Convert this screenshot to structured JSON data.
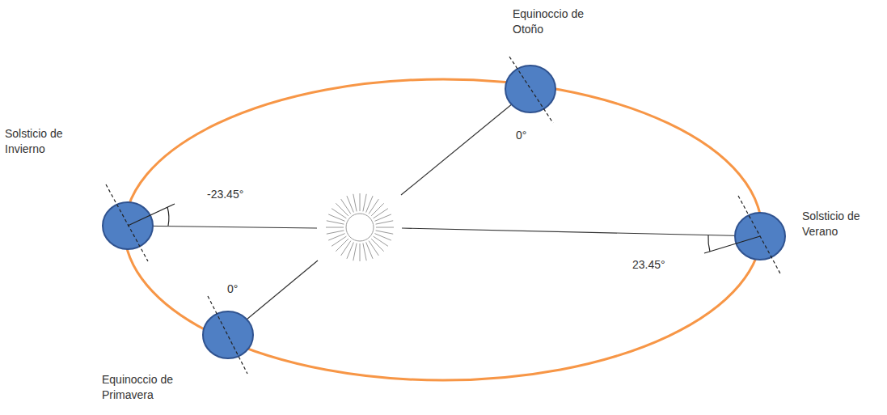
{
  "diagram": {
    "labels": [
      "Equinoccio de Otoño",
      "0°",
      "Solsticio de Invierno",
      "-23.45°",
      "Solsticio de Verano",
      "23.45°",
      "0°",
      "Equinoccio de Primavera"
    ]
  }
}
